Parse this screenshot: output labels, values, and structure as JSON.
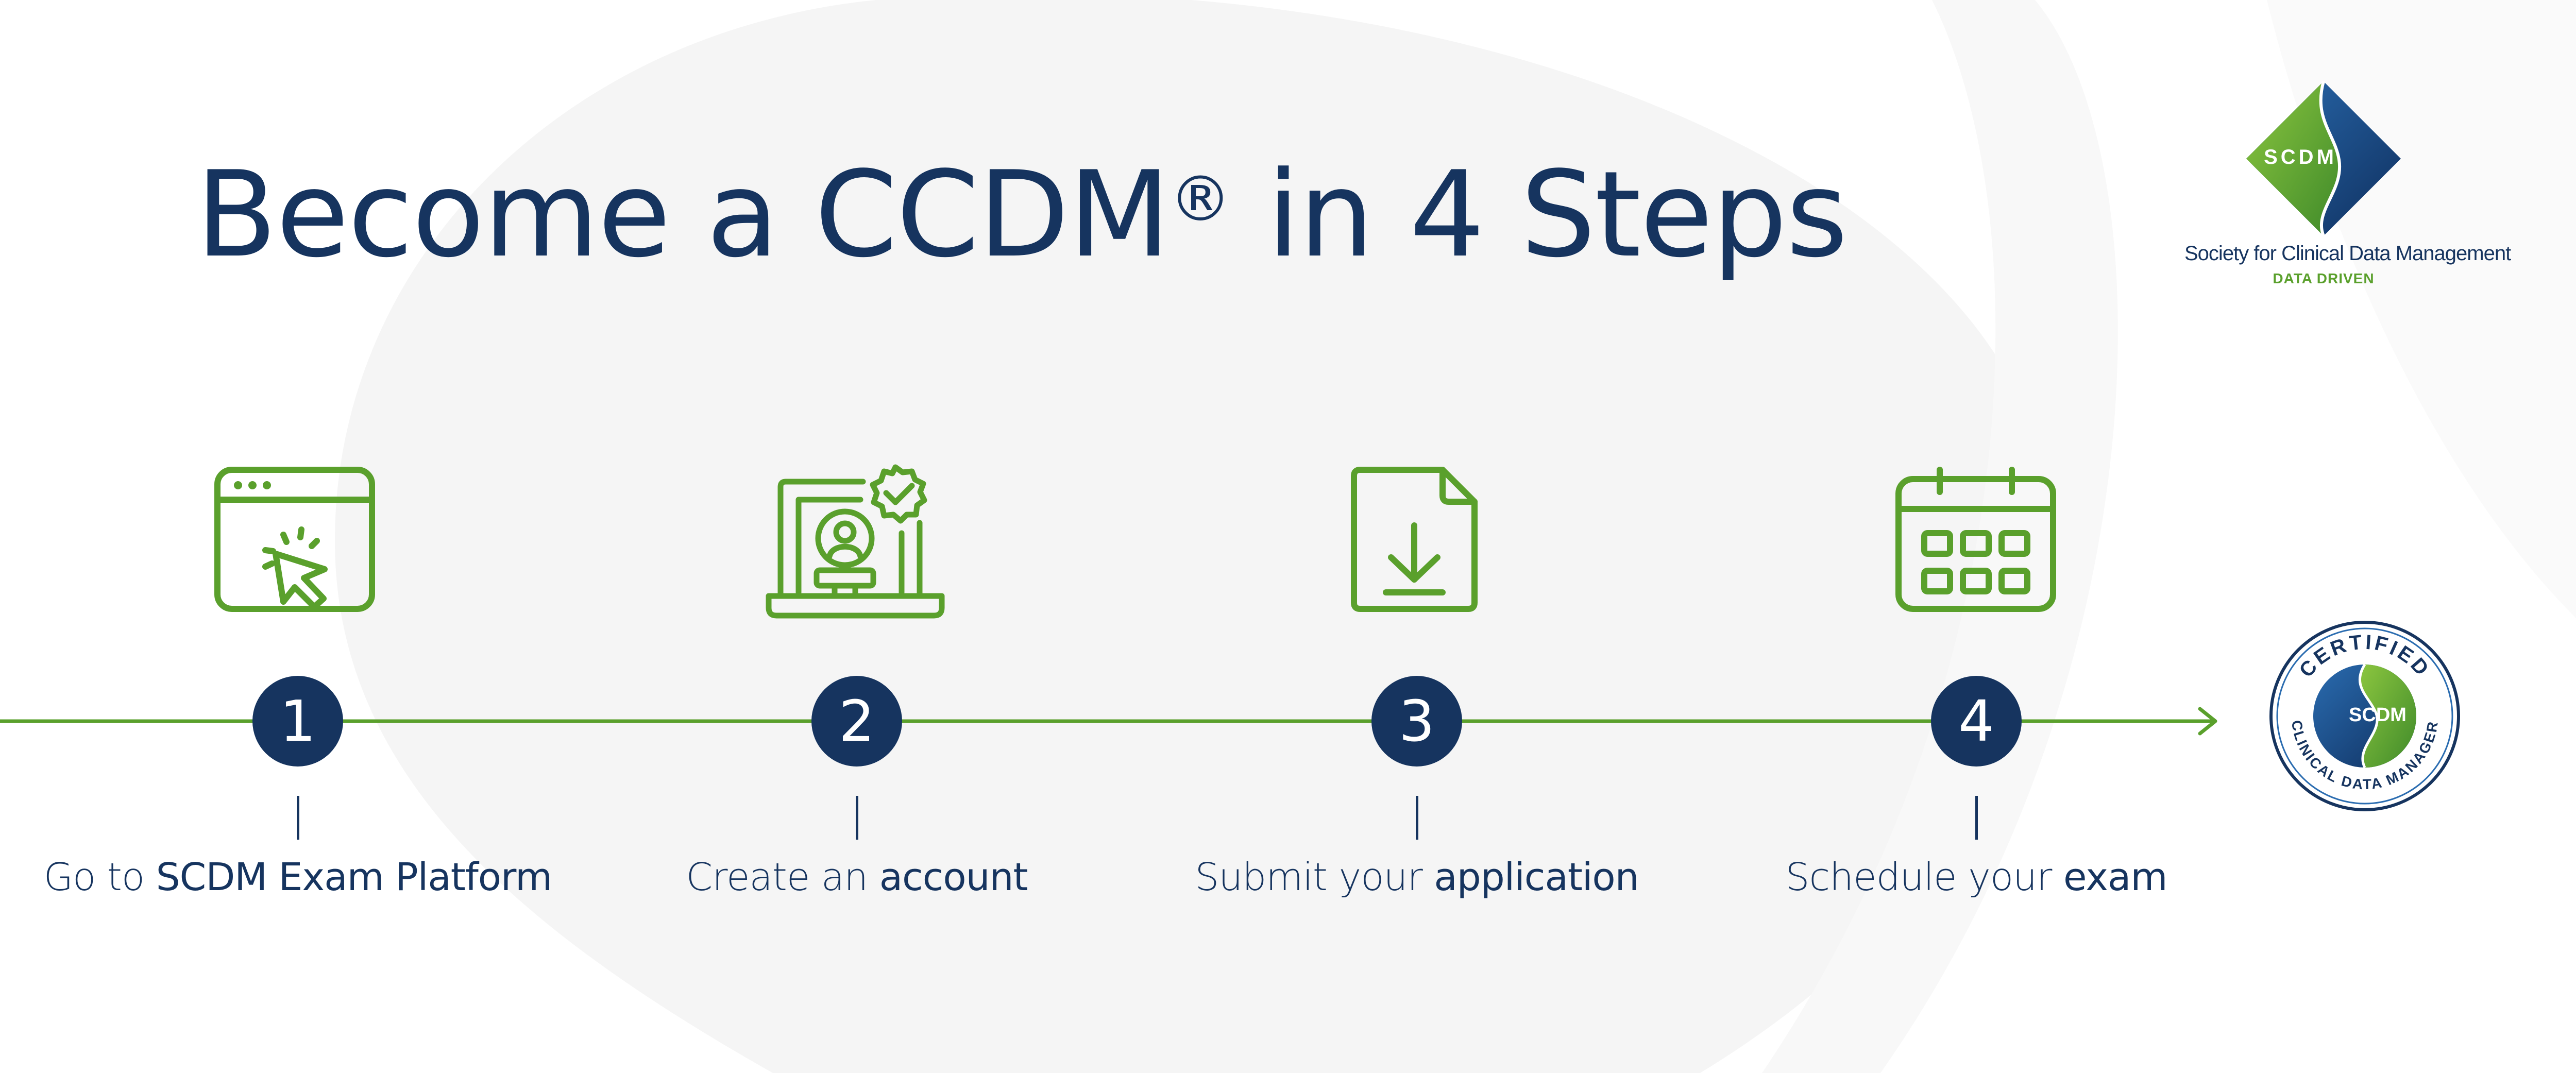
{
  "title": {
    "main": "Become a CCDM",
    "reg": "®",
    "rest": "in 4 Steps"
  },
  "logo": {
    "monogram": "SCDM",
    "org_name": "Society for Clinical Data Management",
    "tagline": "DATA DRIVEN"
  },
  "steps": [
    {
      "number": "1",
      "light": "Go to",
      "strong": "SCDM Exam Platform",
      "icon": "browser-click-icon"
    },
    {
      "number": "2",
      "light": "Create an",
      "strong": "account",
      "icon": "laptop-account-icon"
    },
    {
      "number": "3",
      "light": "Submit your",
      "strong": "application",
      "icon": "document-download-icon"
    },
    {
      "number": "4",
      "light": "Schedule your",
      "strong": "exam",
      "icon": "calendar-icon"
    }
  ],
  "seal": {
    "top_text": "CERTIFIED",
    "bottom_text": "CLINICAL DATA MANAGER",
    "center": "SCDM"
  },
  "colors": {
    "navy": "#16345f",
    "green": "#5aa02c",
    "background": "#ffffff",
    "shape": "#f5f5f5"
  }
}
